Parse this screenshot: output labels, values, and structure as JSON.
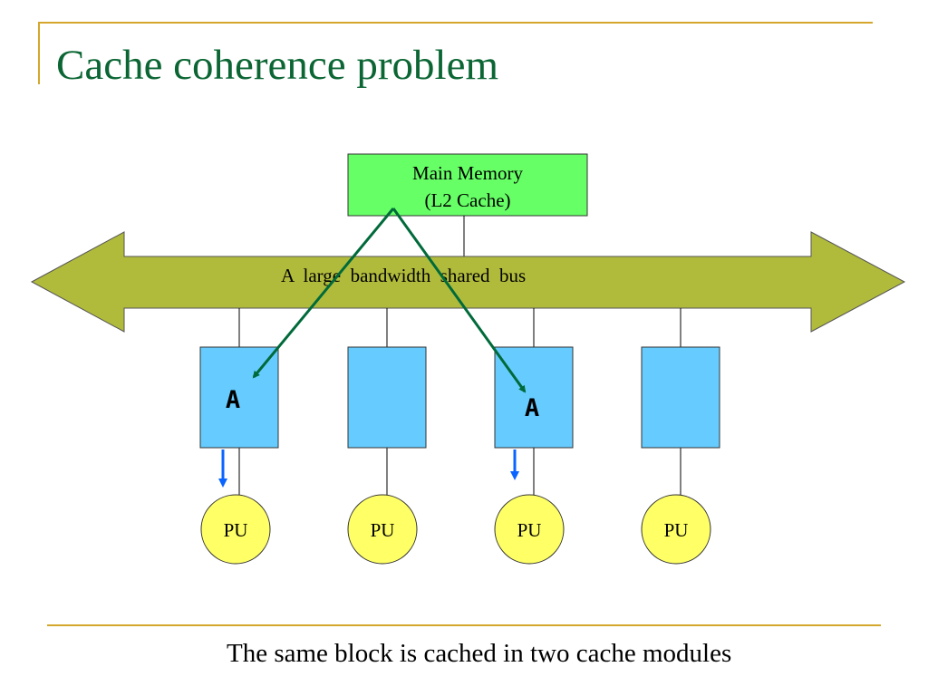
{
  "slide": {
    "title": "Cache coherence problem",
    "caption": "The same block is cached in two cache modules"
  },
  "diagram": {
    "memory": {
      "line1": "Main  Memory",
      "line2": "(L2 Cache)"
    },
    "bus_label": "A  large  bandwidth  shared  bus",
    "caches": [
      {
        "label": "A"
      },
      {
        "label": ""
      },
      {
        "label": "A"
      },
      {
        "label": ""
      }
    ],
    "processors": [
      {
        "label": "PU"
      },
      {
        "label": "PU"
      },
      {
        "label": "PU"
      },
      {
        "label": "PU"
      }
    ]
  },
  "colors": {
    "title": "#0b6634",
    "rule": "#d4a72c",
    "memory": "#66ff66",
    "bus": "#b1bb3b",
    "cache": "#66ccff",
    "pu": "#ffff66",
    "green_arrow": "#006a3a",
    "blue_arrow": "#0a64ff"
  }
}
